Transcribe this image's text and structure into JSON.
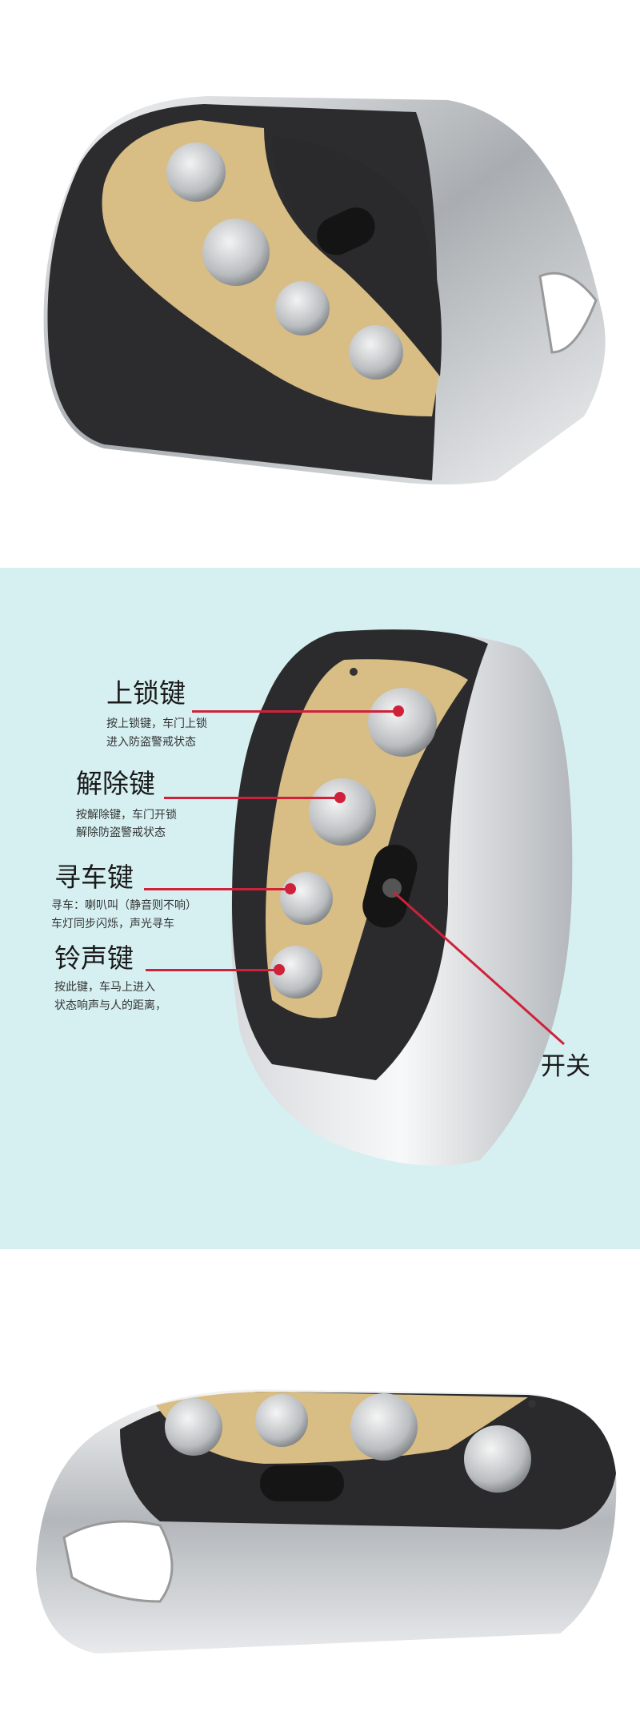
{
  "colors": {
    "panel_bg": "#d6f0f2",
    "callout": "#d0213b",
    "gold": "#d9bf86",
    "body": "#2a2a2a",
    "chrome": "#cfd3d6"
  },
  "callouts": [
    {
      "title": "上锁键",
      "desc": [
        "按上锁键，车门上锁",
        "进入防盗警戒状态"
      ]
    },
    {
      "title": "解除键",
      "desc": [
        "按解除键，车门开锁",
        "解除防盗警戒状态"
      ]
    },
    {
      "title": "寻车键",
      "desc": [
        "寻车：喇叭叫（静音则不响）",
        "车灯同步闪烁，声光寻车"
      ]
    },
    {
      "title": "铃声键",
      "desc": [
        "按此键，车马上进入",
        "状态响声与人的距离，"
      ]
    }
  ],
  "switch_label": "开关"
}
